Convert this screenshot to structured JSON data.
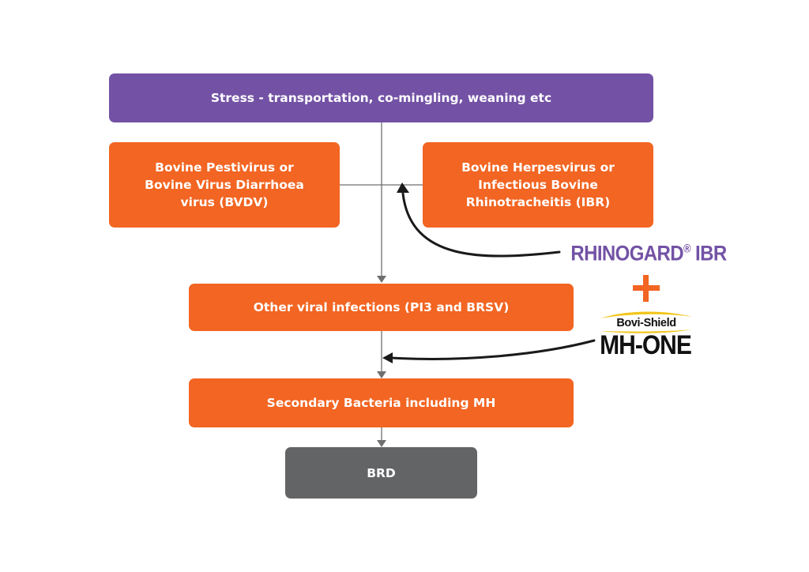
{
  "colors": {
    "purple": "#7352A5",
    "orange": "#F26522",
    "grey": "#636466",
    "connector": "#6F6F6F",
    "callout_arrow": "#1A1A1A",
    "logo_swoosh": "#F2C51A"
  },
  "boxes": {
    "stress": "Stress - transportation, co-mingling, weaning etc",
    "bvdv": "Bovine Pestivirus or\nBovine Virus Diarrhoea\nvirus (BVDV)",
    "ibr": "Bovine Herpesvirus or\nInfectious Bovine\nRhinotracheitis (IBR)",
    "viral": "Other viral infections (PI3 and BRSV)",
    "bacteria": "Secondary Bacteria including MH",
    "brd": "BRD"
  },
  "products": {
    "rhinogard": {
      "name": "RHINOGARD",
      "registered_mark": "®",
      "suffix": " IBR"
    },
    "plus_icon": "plus-icon",
    "bovishield": {
      "brand": "Bovi-Shield",
      "product": "MH-ONE"
    }
  }
}
